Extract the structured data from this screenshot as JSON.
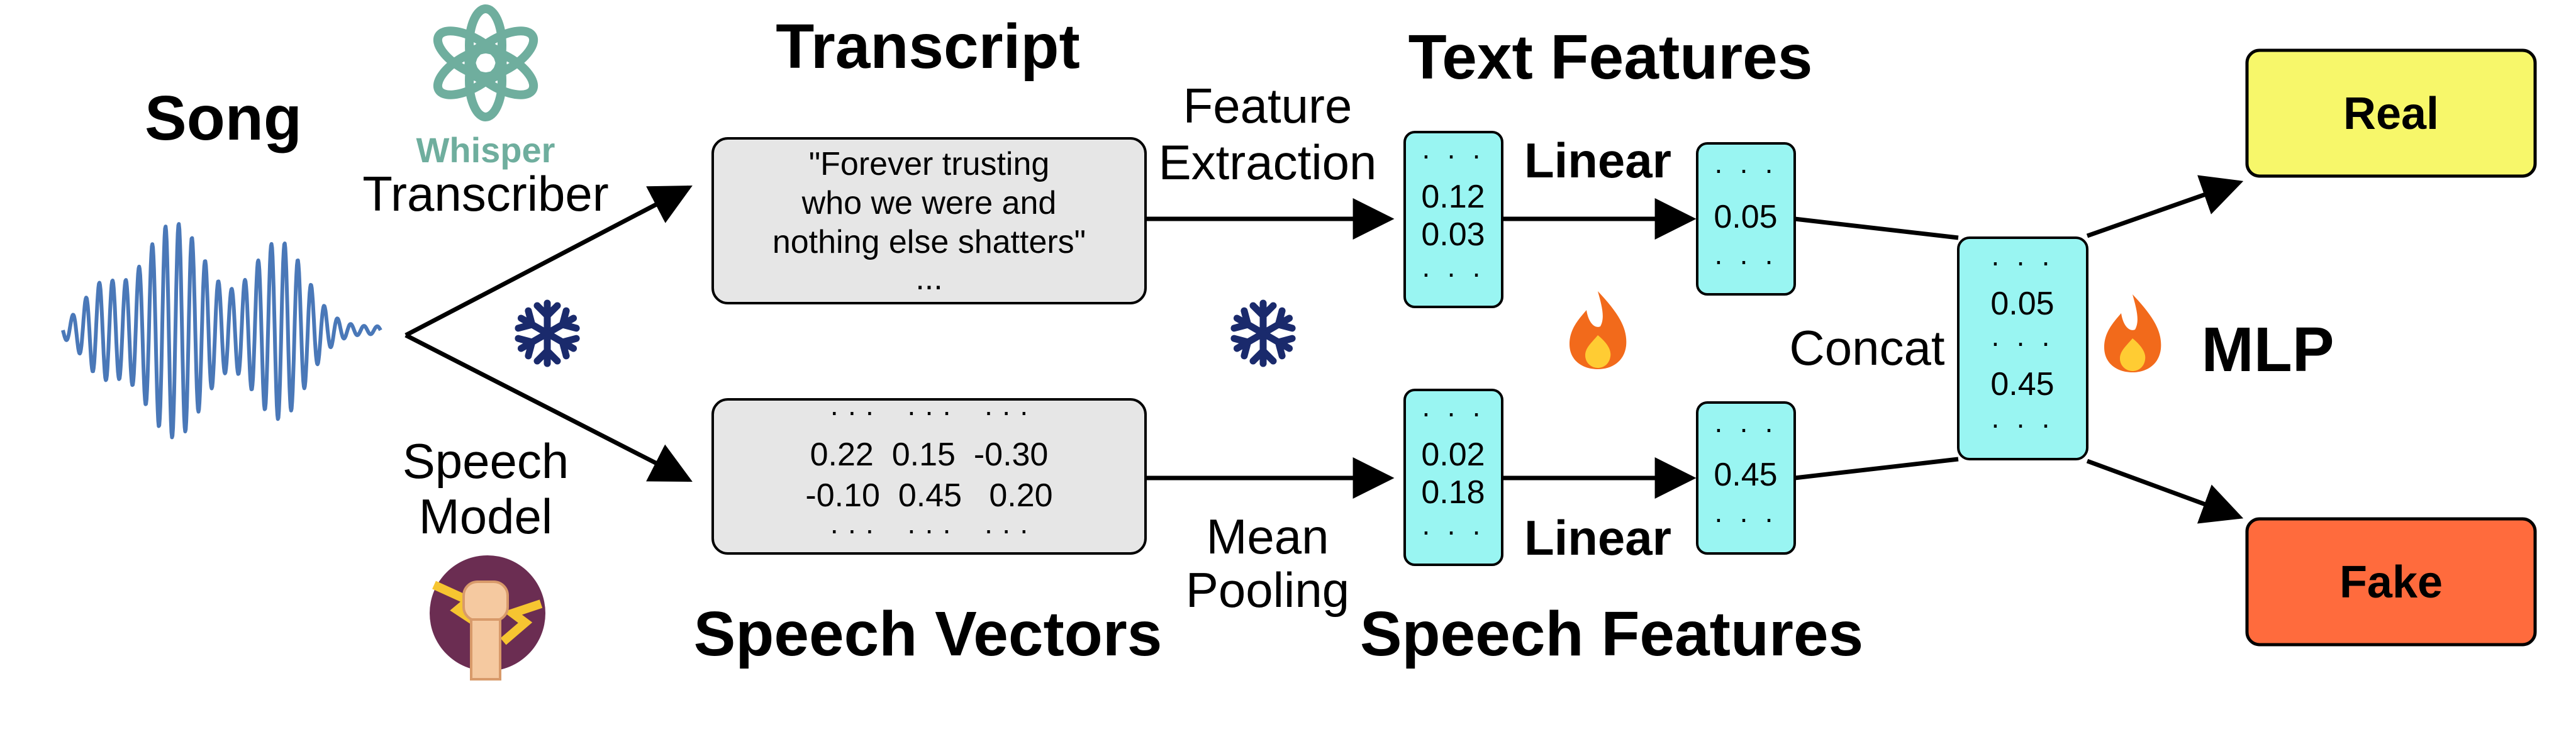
{
  "titles": {
    "song": "Song",
    "transcript": "Transcript",
    "text_features": "Text Features",
    "speech_vectors": "Speech Vectors",
    "speech_features": "Speech Features",
    "mlp": "MLP"
  },
  "labels": {
    "whisper": "Whisper",
    "transcriber": "Transcriber",
    "speech_model_line1": "Speech",
    "speech_model_line2": "Model",
    "feature_extraction_line1": "Feature",
    "feature_extraction_line2": "Extraction",
    "mean_pooling_line1": "Mean",
    "mean_pooling_line2": "Pooling",
    "linear_top": "Linear",
    "linear_bottom": "Linear",
    "concat": "Concat"
  },
  "transcript_box": {
    "line1": "\"Forever trusting",
    "line2": "who we were and",
    "line3": "nothing else shatters\"",
    "line4": "..."
  },
  "speech_vectors_box": {
    "dots_row": "· · ·    · · ·    · · ·",
    "row1": "0.22  0.15  -0.30",
    "row2": "-0.10  0.45   0.20"
  },
  "vectors": {
    "text_feature": [
      "0.12",
      "0.03"
    ],
    "text_linear": [
      "0.05"
    ],
    "speech_feature": [
      "0.02",
      "0.18"
    ],
    "speech_linear": [
      "0.45"
    ],
    "concat": [
      "0.05",
      "0.45"
    ],
    "dots": "· · ·"
  },
  "outputs": {
    "real": "Real",
    "fake": "Fake"
  },
  "colors": {
    "vector_fill": "#99f5f2",
    "box_fill": "#e6e6e6",
    "real_fill": "#f7f76a",
    "fake_fill": "#ff6b3d",
    "wave": "#4a78b8",
    "whisper_green": "#6fae9e",
    "snowflake": "#1a2a6c",
    "fire": "#f26a1b"
  },
  "icons": [
    "waveform-icon",
    "whisper-logo-icon",
    "snowflake-icon",
    "fire-icon",
    "speech-model-fist-icon"
  ]
}
